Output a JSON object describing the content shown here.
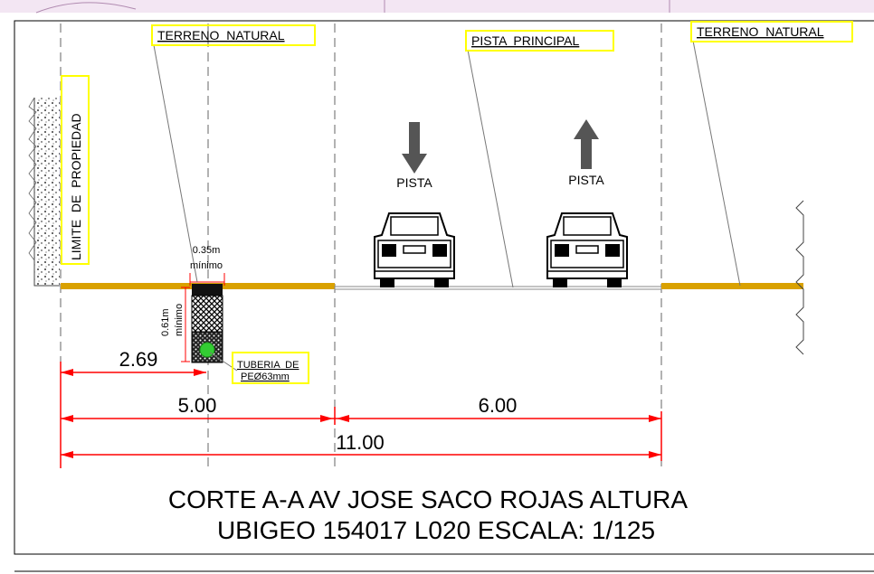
{
  "labels": {
    "terreno_natural_left": "TERRENO  NATURAL",
    "pista_principal": "PISTA  PRINCIPAL",
    "terreno_natural_right": "TERRENO  NATURAL",
    "limite_propiedad": "LIMITE  DE  PROPIEDAD",
    "pista_down": "PISTA",
    "pista_up": "PISTA",
    "width_min": "0.35m",
    "width_min_sub": "mínimo",
    "depth_min": "0.61m",
    "depth_min_sub": "mínimo",
    "tuberia_line1": "TUBERIA  DE",
    "tuberia_line2": "PEØ63mm"
  },
  "dimensions": {
    "pipe_offset": "2.69",
    "sidewalk_width": "5.00",
    "road_width": "6.00",
    "total_width": "11.00"
  },
  "title": {
    "line1": "CORTE A-A AV JOSE SACO ROJAS ALTURA",
    "line2": "UBIGEO 154017 L020 ESCALA: 1/125"
  },
  "colors": {
    "ground": "#d9a100",
    "dimension": "#ff0000",
    "highlight": "#ffff00",
    "pipe": "#33cc33",
    "arrow": "#555555"
  }
}
